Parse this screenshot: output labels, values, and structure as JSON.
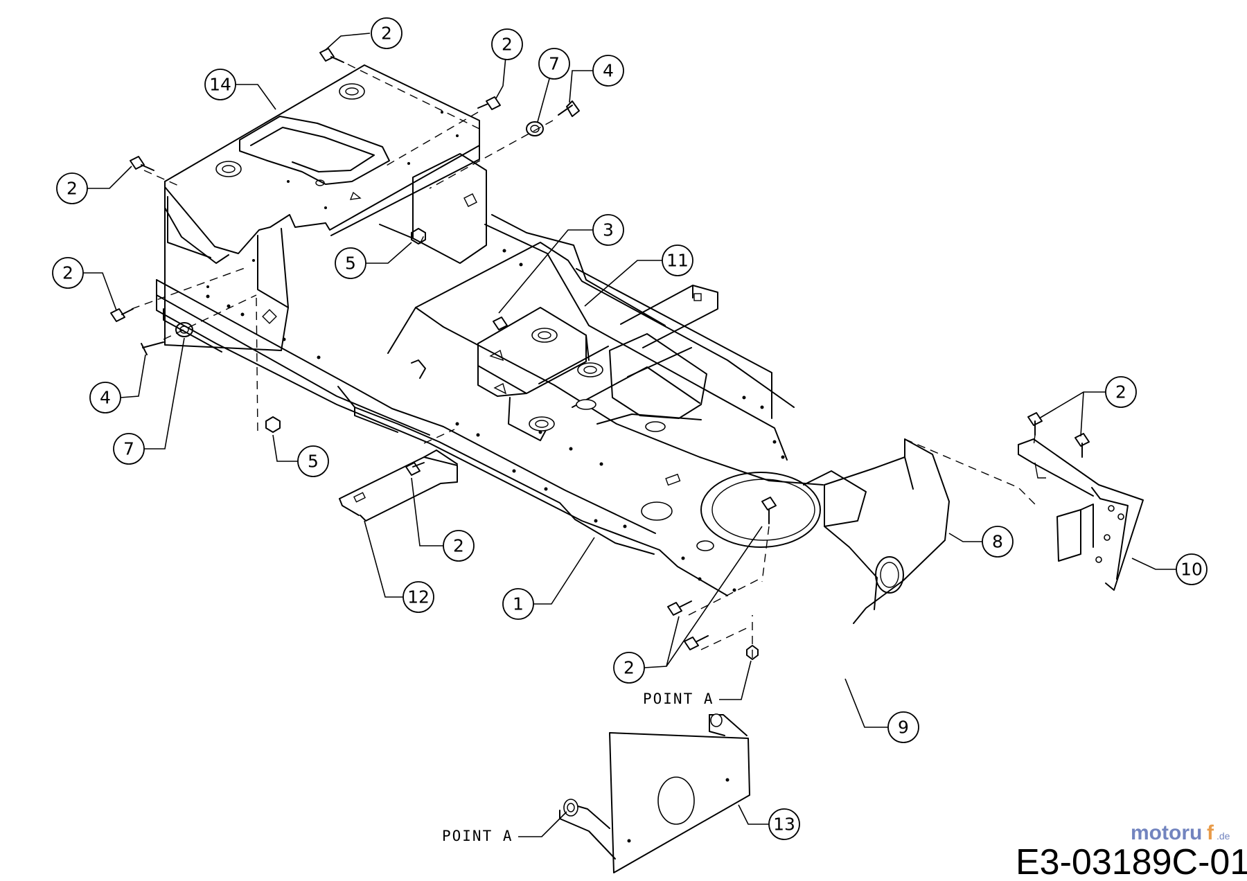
{
  "diagram": {
    "drawing_code": "E3-03189C-01",
    "reference_point_label": "POINT A",
    "watermark": {
      "text_part1": "motoru",
      "text_part2": "f",
      "suffix": ".de",
      "colors": [
        "#5a6fb5",
        "#e58a2a"
      ]
    },
    "callouts": [
      {
        "id": "c2a",
        "number": "2"
      },
      {
        "id": "c2b",
        "number": "2"
      },
      {
        "id": "c7a",
        "number": "7"
      },
      {
        "id": "c4a",
        "number": "4"
      },
      {
        "id": "c14",
        "number": "14"
      },
      {
        "id": "c2c",
        "number": "2"
      },
      {
        "id": "c3",
        "number": "3"
      },
      {
        "id": "c11",
        "number": "11"
      },
      {
        "id": "c5a",
        "number": "5"
      },
      {
        "id": "c2d",
        "number": "2"
      },
      {
        "id": "c4b",
        "number": "4"
      },
      {
        "id": "c7b",
        "number": "7"
      },
      {
        "id": "c5b",
        "number": "5"
      },
      {
        "id": "c2e",
        "number": "2"
      },
      {
        "id": "c12",
        "number": "12"
      },
      {
        "id": "c1",
        "number": "1"
      },
      {
        "id": "c2f",
        "number": "2"
      },
      {
        "id": "c8",
        "number": "8"
      },
      {
        "id": "c10",
        "number": "10"
      },
      {
        "id": "c2g",
        "number": "2"
      },
      {
        "id": "c9",
        "number": "9"
      },
      {
        "id": "c13",
        "number": "13"
      }
    ]
  }
}
